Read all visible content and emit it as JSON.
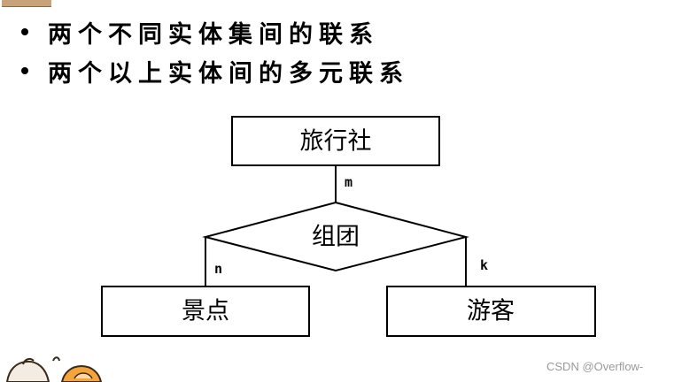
{
  "bullets": [
    "两个不同实体集间的联系",
    "两个以上实体间的多元联系"
  ],
  "diagram": {
    "entities": {
      "top": "旅行社",
      "left": "景点",
      "right": "游客"
    },
    "relationship": "组团",
    "cardinalities": {
      "top": "m",
      "left": "n",
      "right": "k"
    }
  },
  "watermark": "CSDN @Overflow-",
  "colors": {
    "text": "#000000",
    "background": "#ffffff",
    "watermark": "#9a9a9a"
  }
}
